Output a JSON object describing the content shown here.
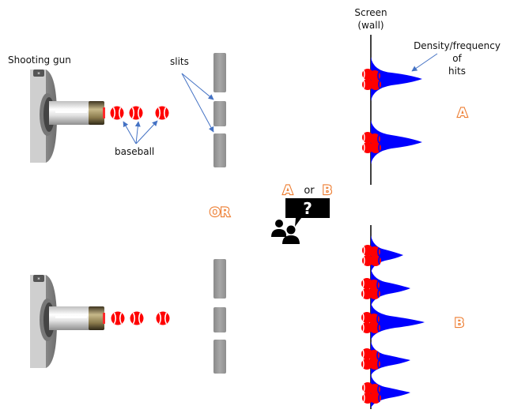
{
  "labels": {
    "gun": "Shooting gun",
    "slits": "slits",
    "baseball": "baseball",
    "screen_line1": "Screen",
    "screen_line2": "(wall)",
    "density_line1": "Density/frequency",
    "density_line2": "of",
    "density_line3": "hits",
    "or_big": "OR",
    "choice_a": "A",
    "choice_or": "or",
    "choice_b": "B",
    "question": "?",
    "scenario_a": "A",
    "scenario_b": "B"
  },
  "colors": {
    "accent_orange": "#ED7D31",
    "density_blue": "#0000FF",
    "ball_red": "#FF0000",
    "arrow_blue": "#4472C4",
    "slit_gray": "#9E9E9E"
  },
  "scenarios": [
    {
      "id": "A",
      "pattern": "two-band",
      "bands": 2
    },
    {
      "id": "B",
      "pattern": "interference",
      "bands": 5
    }
  ]
}
